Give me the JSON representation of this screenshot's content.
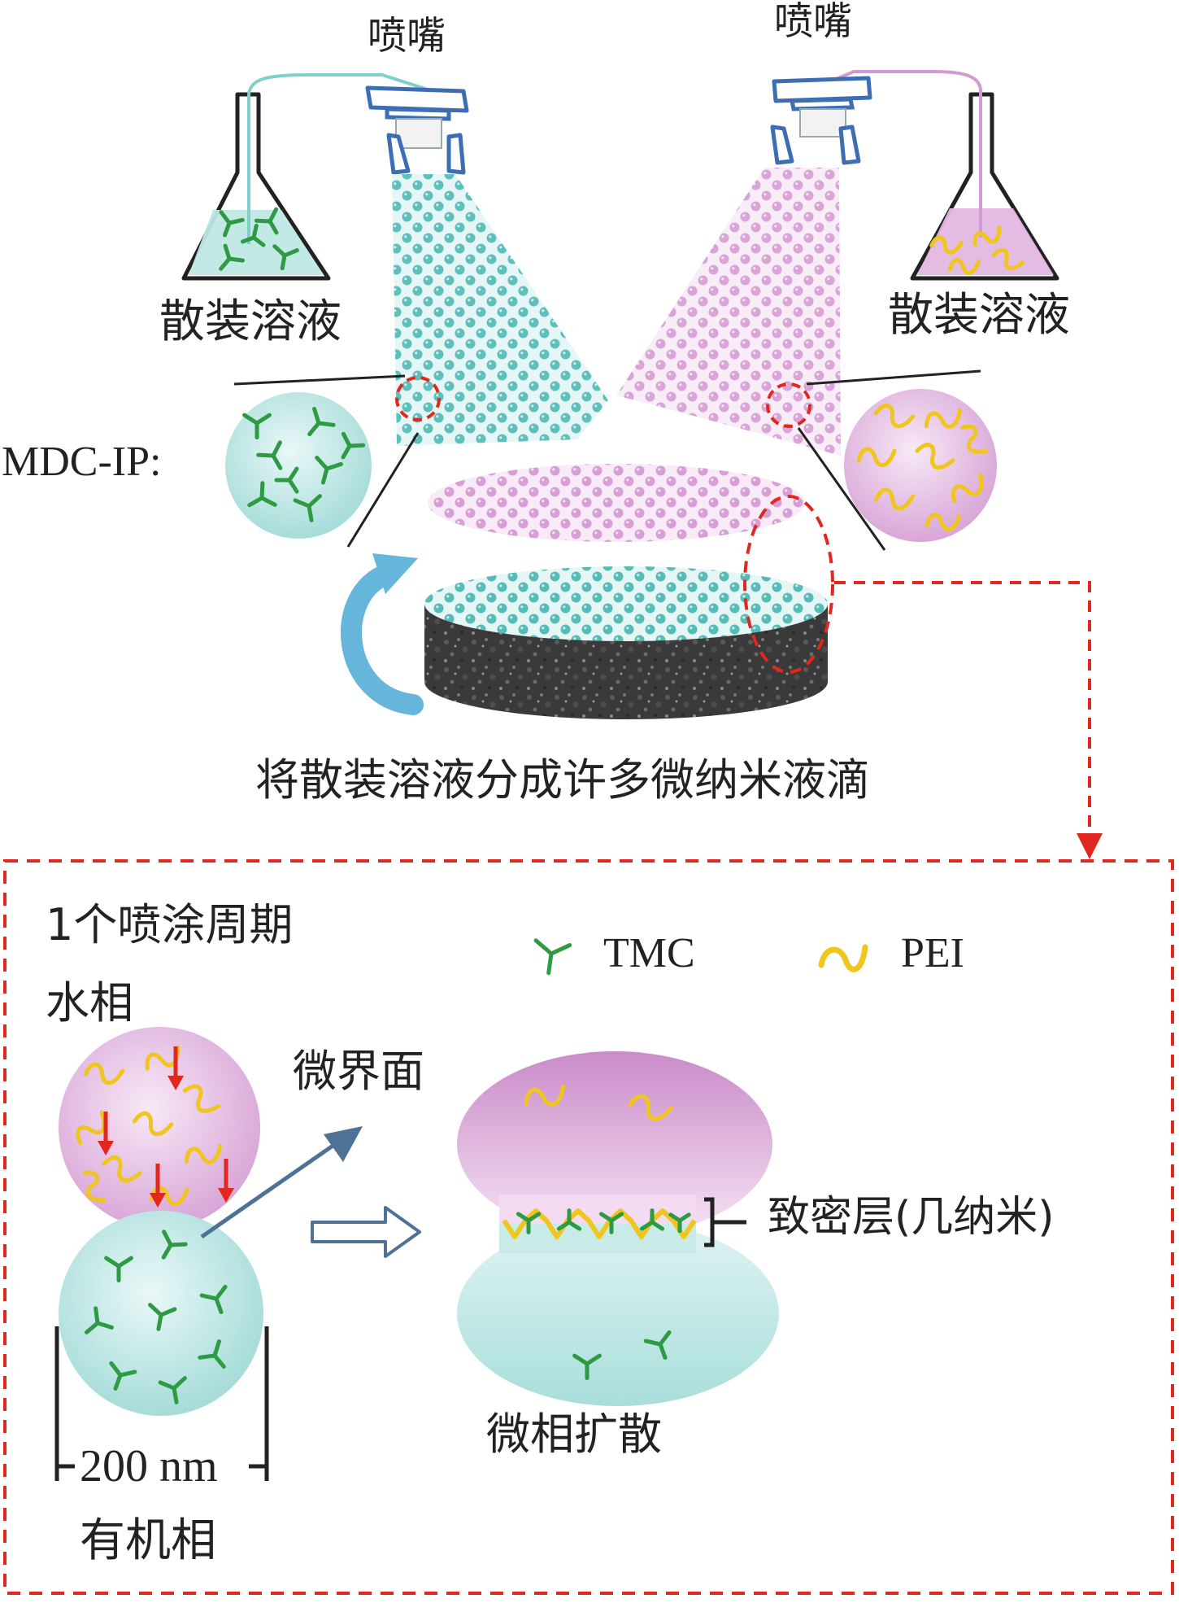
{
  "labels": {
    "nozzle_left": "喷嘴",
    "nozzle_right": "喷嘴",
    "bulk_left": "散装溶液",
    "bulk_right": "散装溶液",
    "method": "MDC-IP:",
    "caption_top": "将散装溶液分成许多微纳米液滴",
    "cycle": "1个喷涂周期",
    "aqueous": "水相",
    "micro_interface": "微界面",
    "legend_tmc": "TMC",
    "legend_pei": "PEI",
    "dense_layer": "致密层(几纳米)",
    "scale": "200 nm",
    "organic": "有机相",
    "diffusion": "微相扩散"
  },
  "colors": {
    "teal": "#7ccfcb",
    "teal_light": "#c6ebe9",
    "pink": "#d79fd6",
    "pink_light": "#f2d8f0",
    "tmc_green": "#2e9a44",
    "pei_yellow": "#f0c51d",
    "arrow_red": "#e0281f",
    "nozzle_blue": "#3d6db3",
    "flow_arrow": "#4e7196",
    "curve_arrow": "#66b6dc",
    "substrate": "#3b3b3b"
  },
  "icons": [
    "flask-icon",
    "nozzle-icon",
    "tmc-molecule-icon",
    "pei-chain-icon",
    "hollow-arrow-icon",
    "curved-arrow-icon"
  ]
}
